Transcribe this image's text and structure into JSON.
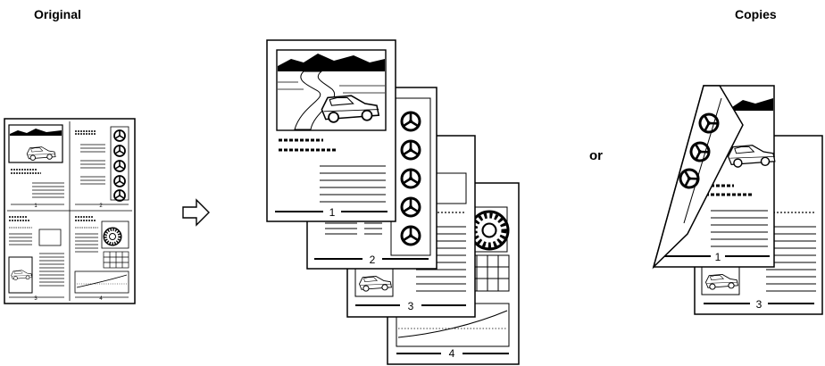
{
  "labels": {
    "original": "Original",
    "copies": "Copies",
    "or": "or"
  },
  "page_numbers": [
    "1",
    "2",
    "3",
    "4"
  ],
  "icons": {
    "arrow": "outline-right-arrow-icon",
    "car": "car-illustration",
    "wheel": "steering-wheel-icon",
    "tire": "tire-icon"
  }
}
